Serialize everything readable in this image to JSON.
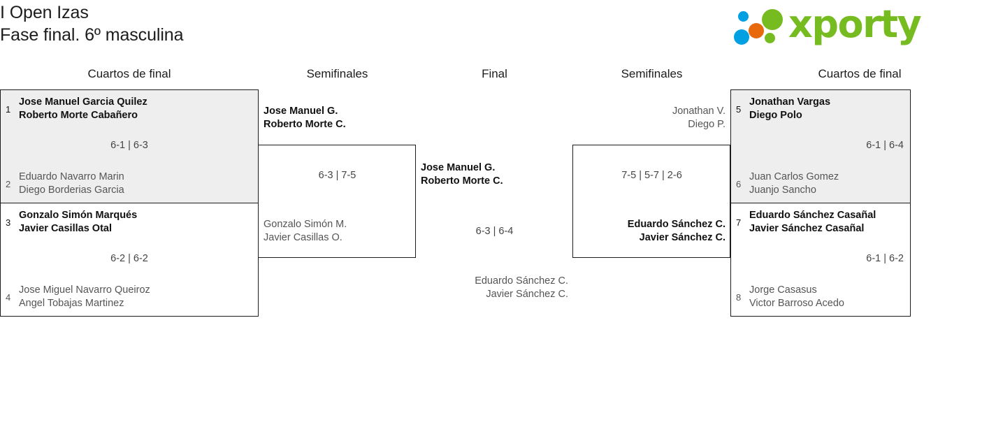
{
  "header": {
    "title_line1": "I Open Izas",
    "title_line2": "Fase final. 6º masculina",
    "logo_text": "xporty",
    "logo_colors": {
      "green": "#76bc21",
      "orange": "#e8690b",
      "blue": "#00a0e3"
    }
  },
  "rounds": {
    "qf_left": "Cuartos de final",
    "sf_left": "Semifinales",
    "final": "Final",
    "sf_right": "Semifinales",
    "qf_right": "Cuartos de final"
  },
  "bracket": {
    "quarterfinals_left": [
      {
        "winner_side": "top",
        "shaded": true,
        "score": "6-1 | 6-3",
        "top": {
          "seed": "1",
          "player1": "Jose Manuel Garcia Quilez",
          "player2": "Roberto Morte Cabañero"
        },
        "bottom": {
          "seed": "2",
          "player1": "Eduardo Navarro Marin",
          "player2": "Diego Borderias Garcia"
        }
      },
      {
        "winner_side": "top",
        "shaded": false,
        "score": "6-2 | 6-2",
        "top": {
          "seed": "3",
          "player1": "Gonzalo Simón Marqués",
          "player2": "Javier Casillas Otal"
        },
        "bottom": {
          "seed": "4",
          "player1": "Jose Miguel Navarro Queiroz",
          "player2": "Angel Tobajas Martinez"
        }
      }
    ],
    "semifinal_left": {
      "winner_side": "top",
      "score": "6-3 | 7-5",
      "top": {
        "player1": "Jose Manuel G.",
        "player2": "Roberto Morte C."
      },
      "bottom": {
        "player1": "Gonzalo Simón M.",
        "player2": "Javier Casillas O."
      }
    },
    "final": {
      "winner_side": "top",
      "score": "6-3 | 6-4",
      "top": {
        "player1": "Jose Manuel G.",
        "player2": "Roberto Morte C."
      },
      "bottom": {
        "player1": "Eduardo Sánchez C.",
        "player2": "Javier Sánchez C."
      }
    },
    "semifinal_right": {
      "winner_side": "bottom",
      "score": "7-5 | 5-7 | 2-6",
      "top": {
        "player1": "Jonathan V.",
        "player2": "Diego P."
      },
      "bottom": {
        "player1": "Eduardo Sánchez C.",
        "player2": "Javier Sánchez C."
      }
    },
    "quarterfinals_right": [
      {
        "winner_side": "top",
        "shaded": true,
        "score": "6-1 | 6-4",
        "top": {
          "seed": "5",
          "player1": "Jonathan Vargas",
          "player2": "Diego Polo"
        },
        "bottom": {
          "seed": "6",
          "player1": "Juan Carlos Gomez",
          "player2": "Juanjo Sancho"
        }
      },
      {
        "winner_side": "top",
        "shaded": false,
        "score": "6-1 | 6-2",
        "top": {
          "seed": "7",
          "player1": "Eduardo Sánchez Casañal",
          "player2": "Javier Sánchez Casañal"
        },
        "bottom": {
          "seed": "8",
          "player1": "Jorge Casasus",
          "player2": "Victor Barroso Acedo"
        }
      }
    ]
  }
}
